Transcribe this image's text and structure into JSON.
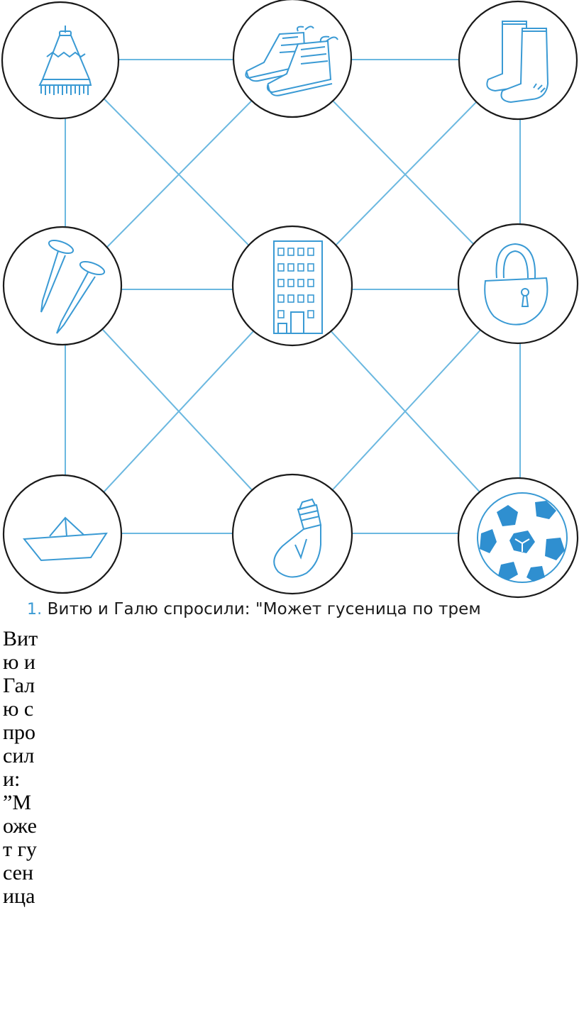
{
  "caption": {
    "number": "1.",
    "text": "Витю и Галю спросили: \"Может гусеница по трем"
  },
  "body_text": "Витю и Галю спросили: ”Может гусеница",
  "colors": {
    "line": "#6bb8e0",
    "icon": "#3a9ad4",
    "circle": "#1a1a1a",
    "text": "#000000"
  },
  "nodes": [
    {
      "id": "lampshade",
      "icon": "lampshade-icon"
    },
    {
      "id": "boots",
      "icon": "boots-icon"
    },
    {
      "id": "felt-boots",
      "icon": "felt-boots-icon"
    },
    {
      "id": "nails",
      "icon": "nails-icon"
    },
    {
      "id": "building",
      "icon": "building-icon"
    },
    {
      "id": "padlock",
      "icon": "padlock-icon"
    },
    {
      "id": "paper-boat",
      "icon": "paper-boat-icon"
    },
    {
      "id": "light-bulb",
      "icon": "light-bulb-icon"
    },
    {
      "id": "soccer-ball",
      "icon": "soccer-ball-icon"
    }
  ]
}
